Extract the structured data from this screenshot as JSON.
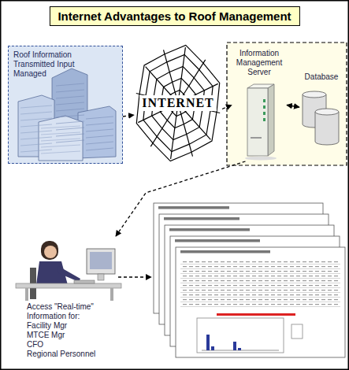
{
  "diagram": {
    "title": "Internet Advantages to Roof Management",
    "nodes": [
      {
        "text": [
          "Roof Information Transmitted Input Managed"
        ]
      },
      {
        "text": [
          "INTERNET"
        ]
      },
      {
        "text": [
          "Information Management Server"
        ]
      },
      {
        "text": [
          "Database"
        ]
      },
      {
        "text": [
          "Access \"Real-time\" Information for:",
          "Facility Mgr",
          "MTCE Mgr",
          "CFO",
          "Regional Personnel"
        ]
      }
    ],
    "edges": [
      {
        "from": 0,
        "to": 1,
        "arrow": "to"
      },
      {
        "from": 1,
        "to": 2,
        "arrow": "to"
      },
      {
        "from": 2,
        "to": 3,
        "arrow": "both"
      },
      {
        "from": 2,
        "to": 4,
        "arrow": "to"
      }
    ]
  }
}
